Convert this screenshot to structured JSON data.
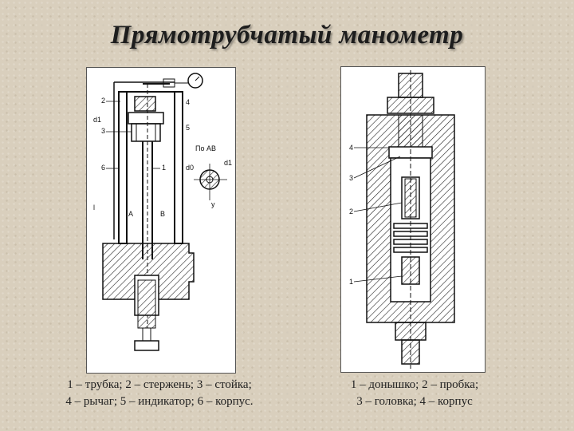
{
  "title": "Прямотрубчатый манометр",
  "left_diagram": {
    "labels": [
      "1",
      "2",
      "3",
      "4",
      "5",
      "6"
    ],
    "section_label": "По АВ",
    "dimension_labels": [
      "d1",
      "d0",
      "d1",
      "l",
      "y"
    ],
    "section_letters": [
      "A",
      "B"
    ],
    "caption_line1": "1 – трубка; 2 – стержень; 3 – стойка;",
    "caption_line2": "4 – рычаг; 5 – индикатор; 6 – корпус."
  },
  "right_diagram": {
    "labels": [
      "4",
      "3",
      "2",
      "1"
    ],
    "caption_line1": "1 – донышко; 2 – пробка;",
    "caption_line2": "3 – головка; 4 – корпус"
  }
}
